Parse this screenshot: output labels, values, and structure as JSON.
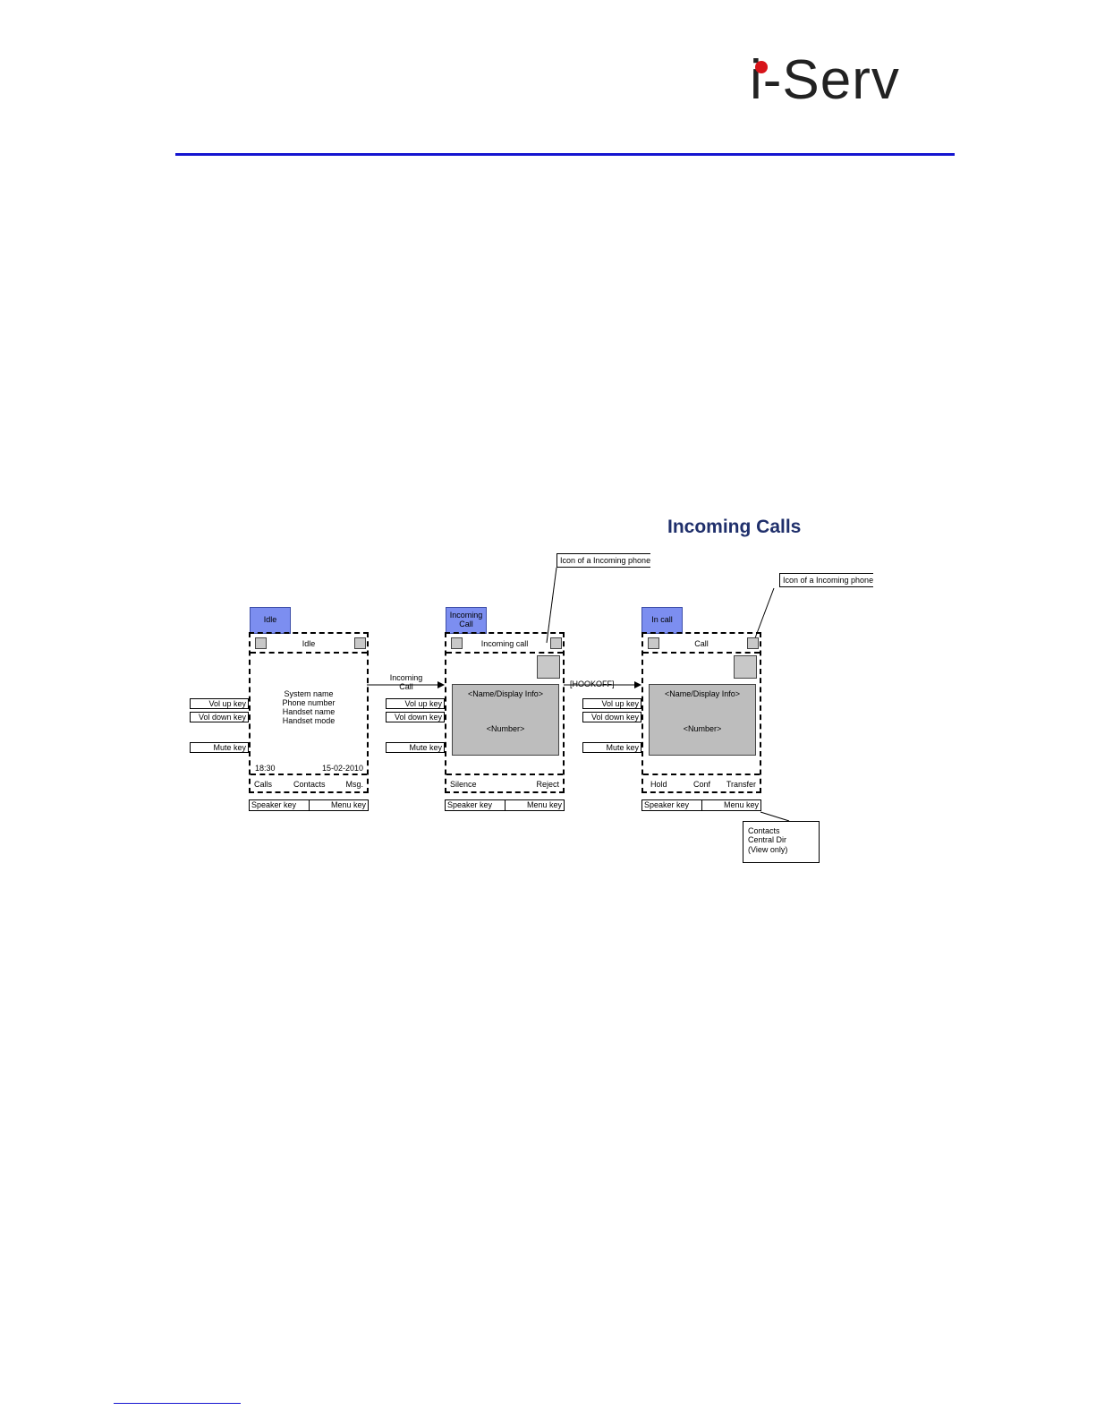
{
  "logo": {
    "text": "i-Serv",
    "icon": "i-serv-logo"
  },
  "section_heading": "Incoming Calls",
  "colors": {
    "rule": "#1414d0",
    "tab": "#7c8ef0",
    "heading": "#1f2f6b",
    "logo_dot": "#d7141a",
    "screen_fill": "#bdbdbd"
  },
  "screens": [
    {
      "tab": "Idle",
      "header": "Idle",
      "body_lines": [
        "System name",
        "Phone number",
        "Handset name",
        "Handset mode"
      ],
      "time": "18:30",
      "date": "15-02-2010",
      "softkeys": [
        "Calls",
        "Contacts",
        "Msg."
      ],
      "side_keys": [
        "Vol up key",
        "Vol down key",
        "Mute key"
      ],
      "footer_keys": [
        "Speaker key",
        "Menu key"
      ]
    },
    {
      "tab": "Incoming Call",
      "header": "Incoming call",
      "name_info": "<Name/Display Info>",
      "number": "<Number>",
      "softkeys": [
        "Silence",
        "Reject"
      ],
      "side_keys": [
        "Vol up key",
        "Vol down key",
        "Mute key"
      ],
      "footer_keys": [
        "Speaker key",
        "Menu key"
      ]
    },
    {
      "tab": "In call",
      "header": "Call",
      "name_info": "<Name/Display Info>",
      "number": "<Number>",
      "softkeys": [
        "Hold",
        "Conf",
        "Transfer"
      ],
      "side_keys": [
        "Vol up key",
        "Vol down key",
        "Mute key"
      ],
      "footer_keys": [
        "Speaker key",
        "Menu key"
      ]
    }
  ],
  "transitions": [
    "Incoming Call",
    "[HOOKOFF]"
  ],
  "callouts": {
    "incoming_icon_1": "Icon of a Incoming phone",
    "incoming_icon_2": "Icon of a Incoming phone",
    "menu_lines": [
      "Contacts",
      "Central Dir",
      "(View only)"
    ]
  }
}
